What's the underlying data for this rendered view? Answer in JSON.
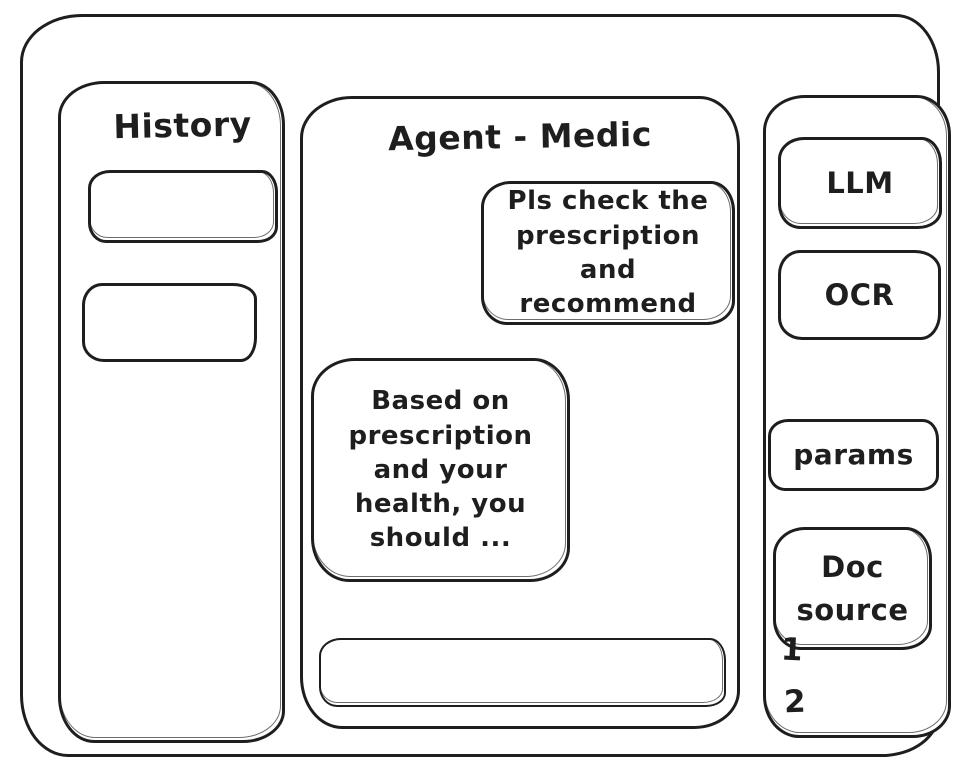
{
  "colors": {
    "ink": "#1e1e1e",
    "background": "#ffffff"
  },
  "history_panel": {
    "title": "History",
    "items": [
      {
        "label": ""
      },
      {
        "label": ""
      }
    ]
  },
  "chat_panel": {
    "title": "Agent - Medic",
    "messages": [
      {
        "role": "user",
        "text": "Pls check the prescription and recommend"
      },
      {
        "role": "assistant",
        "text": "Based on prescription and your health, you should ..."
      }
    ],
    "input_value": ""
  },
  "tools_panel": {
    "buttons": [
      {
        "label": "LLM"
      },
      {
        "label": "OCR"
      },
      {
        "label": "params"
      },
      {
        "label": "Doc source"
      }
    ],
    "doc_items": [
      "1",
      "2"
    ]
  }
}
